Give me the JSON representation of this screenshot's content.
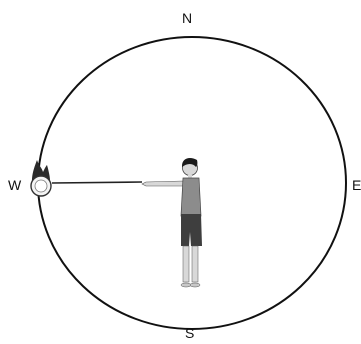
{
  "compass": {
    "north": "N",
    "south": "S",
    "west": "W",
    "east": "E"
  },
  "colors": {
    "line": "#111111",
    "sun_core": "#f4f4f4",
    "sun_flame": "#2a2a2a",
    "skin": "#d8d8d8",
    "hair": "#1b1b1b",
    "shirt": "#8c8c8c",
    "shorts": "#3e3e3e"
  }
}
